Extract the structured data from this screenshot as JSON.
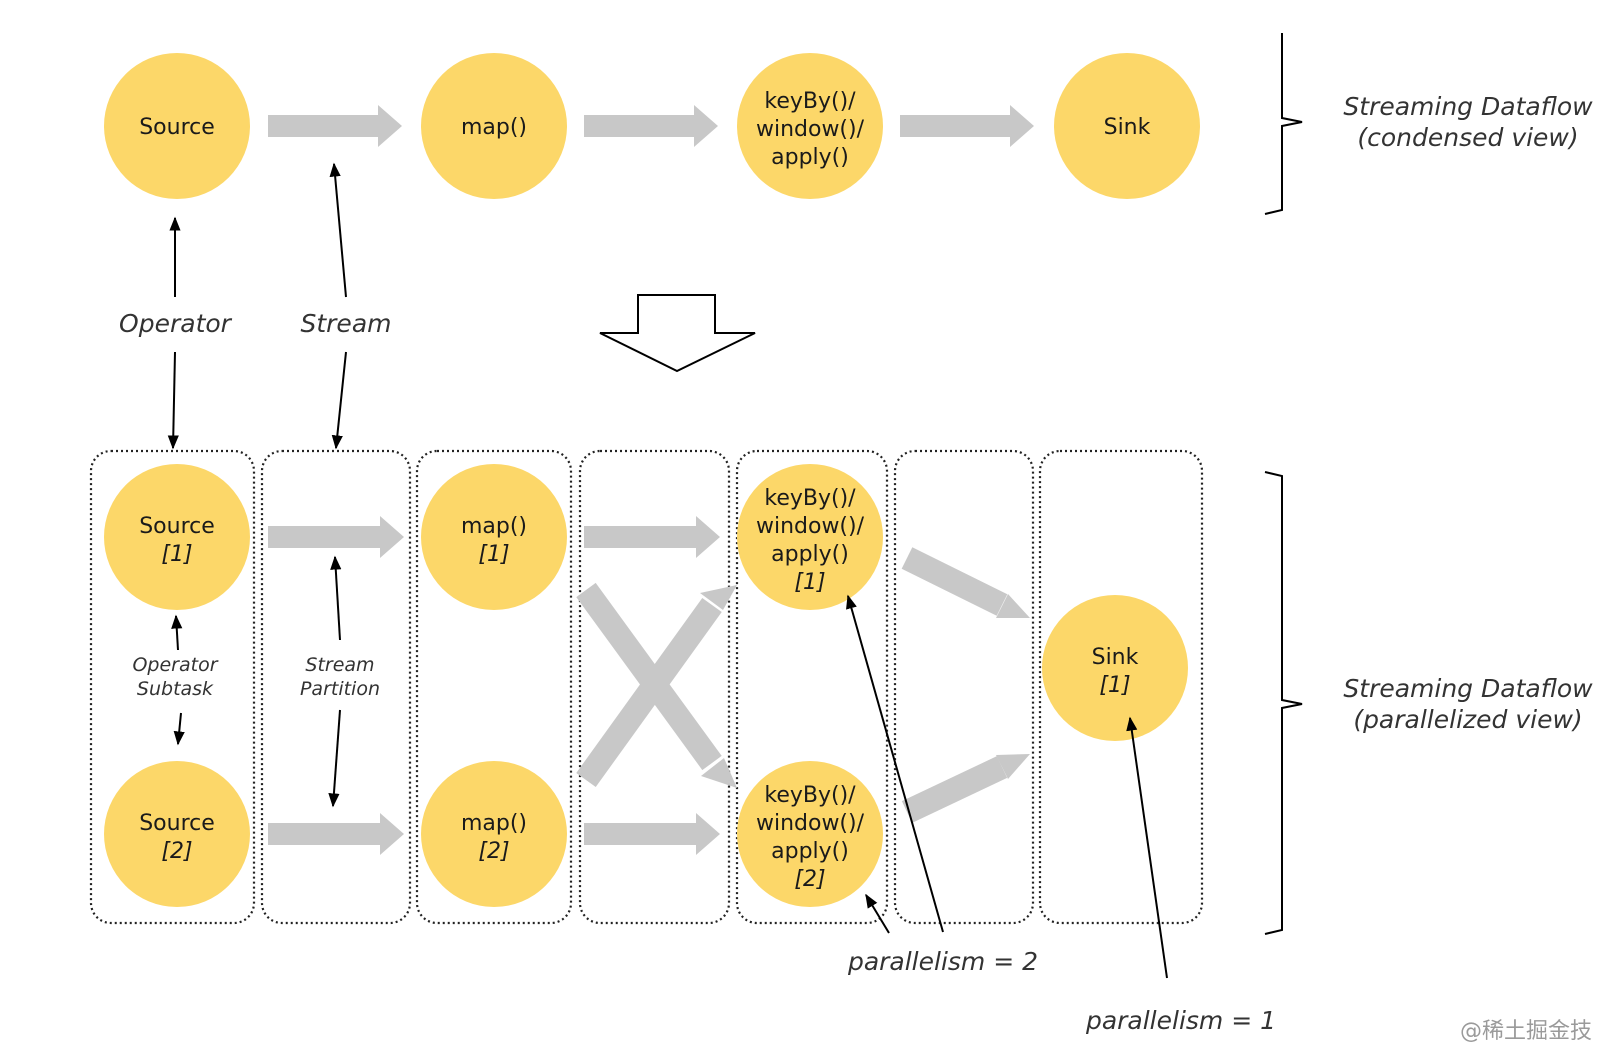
{
  "colors": {
    "node": "#fcd769",
    "arrow": "#c8c8c8",
    "line": "#000000",
    "text": "#333333"
  },
  "condensed": {
    "source": "Source",
    "map": "map()",
    "window": [
      "keyBy()/",
      "window()/",
      "apply()"
    ],
    "sink": "Sink"
  },
  "parallel": {
    "source1": "Source",
    "source1_idx": "[1]",
    "source2": "Source",
    "source2_idx": "[2]",
    "map1": "map()",
    "map1_idx": "[1]",
    "map2": "map()",
    "map2_idx": "[2]",
    "window1": [
      "keyBy()/",
      "window()/",
      "apply()"
    ],
    "window1_idx": "[1]",
    "window2": [
      "keyBy()/",
      "window()/",
      "apply()"
    ],
    "window2_idx": "[2]",
    "sink": "Sink",
    "sink_idx": "[1]"
  },
  "labels": {
    "operator": "Operator",
    "stream": "Stream",
    "operator_subtask": [
      "Operator",
      "Subtask"
    ],
    "stream_partition": [
      "Stream",
      "Partition"
    ],
    "parallelism2": "parallelism = 2",
    "parallelism1": "parallelism = 1",
    "condensed_view": [
      "Streaming Dataflow",
      "(condensed view)"
    ],
    "parallelized_view": [
      "Streaming Dataflow",
      "(parallelized view)"
    ],
    "watermark": "@稀土掘金技"
  }
}
